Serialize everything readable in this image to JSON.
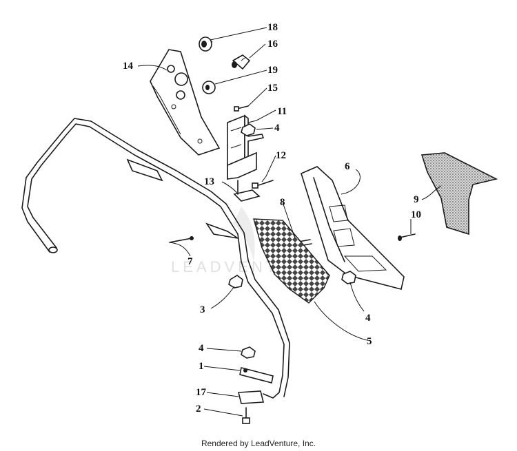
{
  "callouts": [
    "1",
    "2",
    "3",
    "4",
    "5",
    "6",
    "7",
    "8",
    "9",
    "10",
    "11",
    "12",
    "13",
    "14",
    "15",
    "16",
    "17",
    "18",
    "19"
  ],
  "footer": "Rendered by LeadVenture, Inc.",
  "watermark": "LEADVENTURE"
}
